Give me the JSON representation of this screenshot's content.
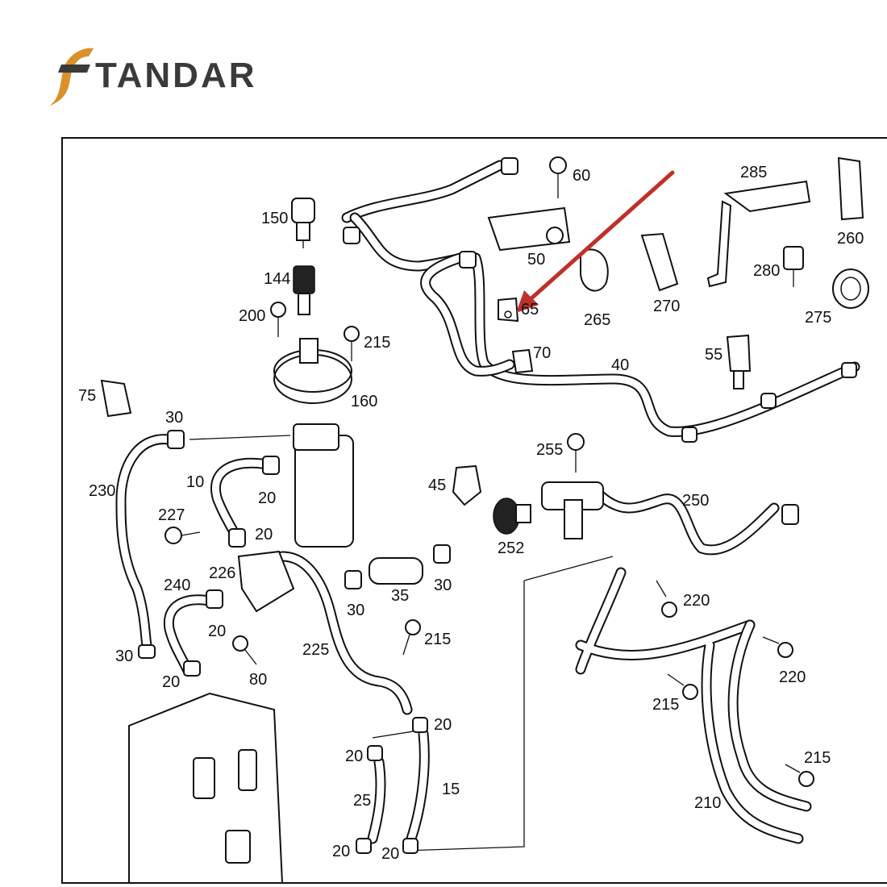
{
  "logo": {
    "text": "TANDAR",
    "colors": {
      "gold": "#d9912a",
      "dark": "#3a3a3a"
    }
  },
  "highlight": {
    "color": "#c0302a",
    "target_callout": "65"
  },
  "callouts": {
    "c150": "150",
    "c144": "144",
    "c200": "200",
    "c215a": "215",
    "c160": "160",
    "c60": "60",
    "c50": "50",
    "c65": "65",
    "c70": "70",
    "c285": "285",
    "c260": "260",
    "c280": "280",
    "c275": "275",
    "c265": "265",
    "c270": "270",
    "c55": "55",
    "c40": "40",
    "c75": "75",
    "c30a": "30",
    "c10": "10",
    "c20a": "20",
    "c20b": "20",
    "c230": "230",
    "c227": "227",
    "c45": "45",
    "c255": "255",
    "c250": "250",
    "c252": "252",
    "c226": "226",
    "c240": "240",
    "c20c": "20",
    "c30b": "30",
    "c35": "35",
    "c30c": "30",
    "c215b": "215",
    "c220a": "220",
    "c225": "225",
    "c80": "80",
    "c30d": "30",
    "c20d": "20",
    "c220b": "220",
    "c215c": "215",
    "c20e": "20",
    "c20f": "20",
    "c25": "25",
    "c15": "15",
    "c215d": "215",
    "c210": "210",
    "c20g": "20",
    "c20h": "20"
  }
}
